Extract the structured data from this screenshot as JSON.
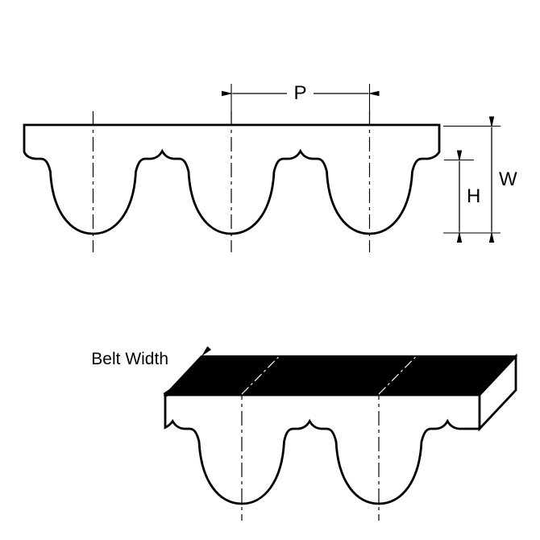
{
  "diagram": {
    "kind": "timing-belt-tooth-profile-technical-drawing",
    "colors": {
      "background": "#ffffff",
      "line": "#000000",
      "belt_fill": "#ffffff",
      "top_face_fill": "#000000"
    },
    "top_view": {
      "tooth_count": 3,
      "pitch_label": "P",
      "width_label": "W",
      "height_label": "H"
    },
    "bottom_view": {
      "tooth_count": 2,
      "belt_width_label": "Belt Width"
    }
  }
}
